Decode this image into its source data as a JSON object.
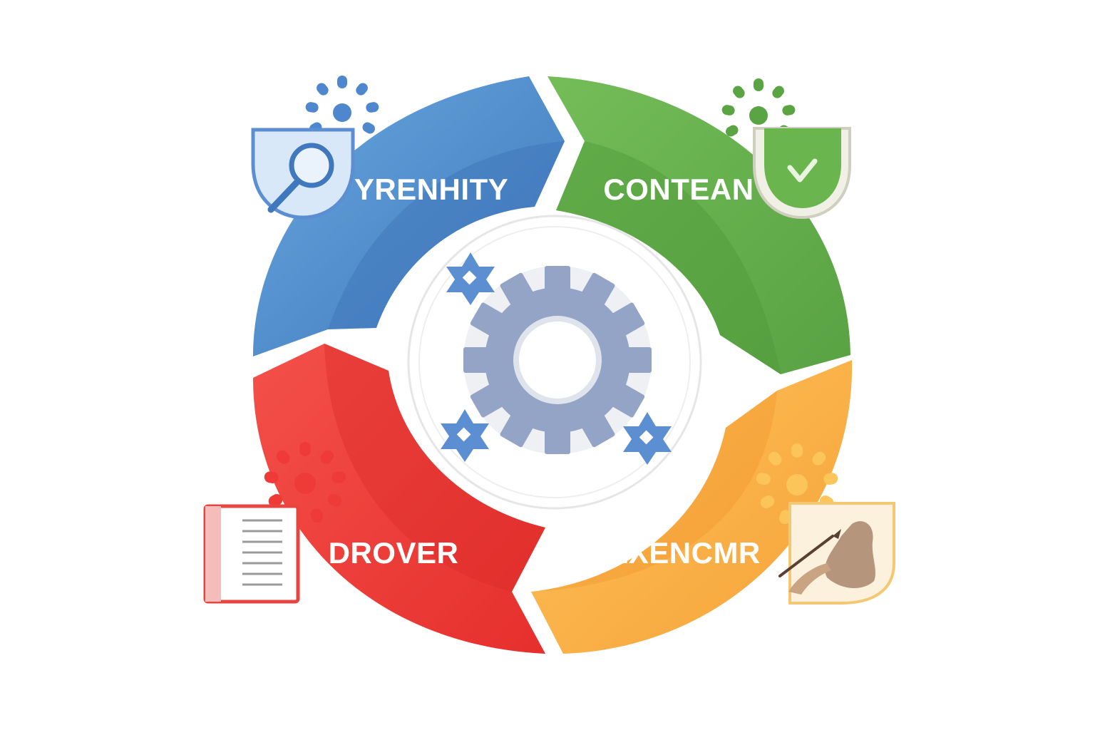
{
  "colors": {
    "blue": "#5b9bd5",
    "blue_dark": "#4a7fbf",
    "green": "#6bb54f",
    "green_dark": "#5aa443",
    "red": "#f0423d",
    "red_dark": "#e33431",
    "orange": "#fbb447",
    "orange_dark": "#f6a53a",
    "gear": "#93a4c6",
    "background": "#ffffff"
  },
  "segments": [
    {
      "id": "blue",
      "label": "YRENHITY",
      "icon": "magnifier-shield-icon",
      "badge": "gear-badge-icon"
    },
    {
      "id": "green",
      "label": "CONTEAN",
      "icon": "check-shield-icon",
      "badge": "gear-badge-icon"
    },
    {
      "id": "red",
      "label": "DROVER",
      "icon": "document-icon",
      "badge": "gear-badge-icon"
    },
    {
      "id": "orange",
      "label": "EXENCMR",
      "icon": "writing-hand-icon",
      "badge": "gear-badge-icon"
    }
  ],
  "center": {
    "icon": "cog-icon",
    "stars": [
      "star-icon",
      "star-icon",
      "star-icon"
    ]
  }
}
